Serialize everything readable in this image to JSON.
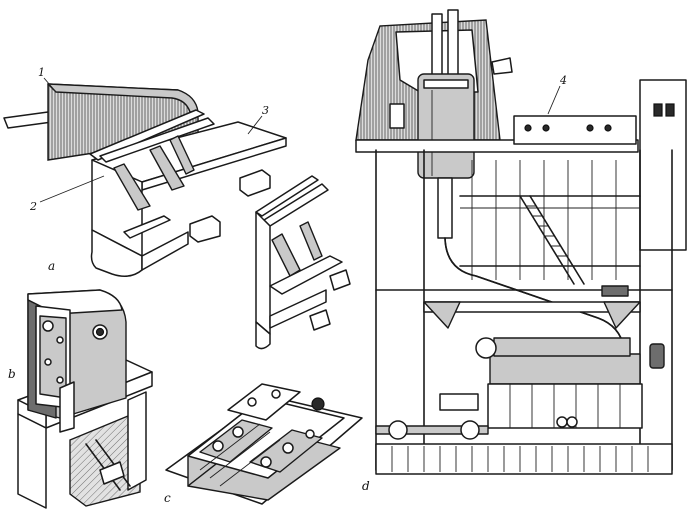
{
  "panels": {
    "a": "a",
    "b": "b",
    "c": "c",
    "d": "d"
  },
  "callouts": {
    "n1": "1",
    "n2": "2",
    "n3": "3",
    "n4": "4"
  }
}
